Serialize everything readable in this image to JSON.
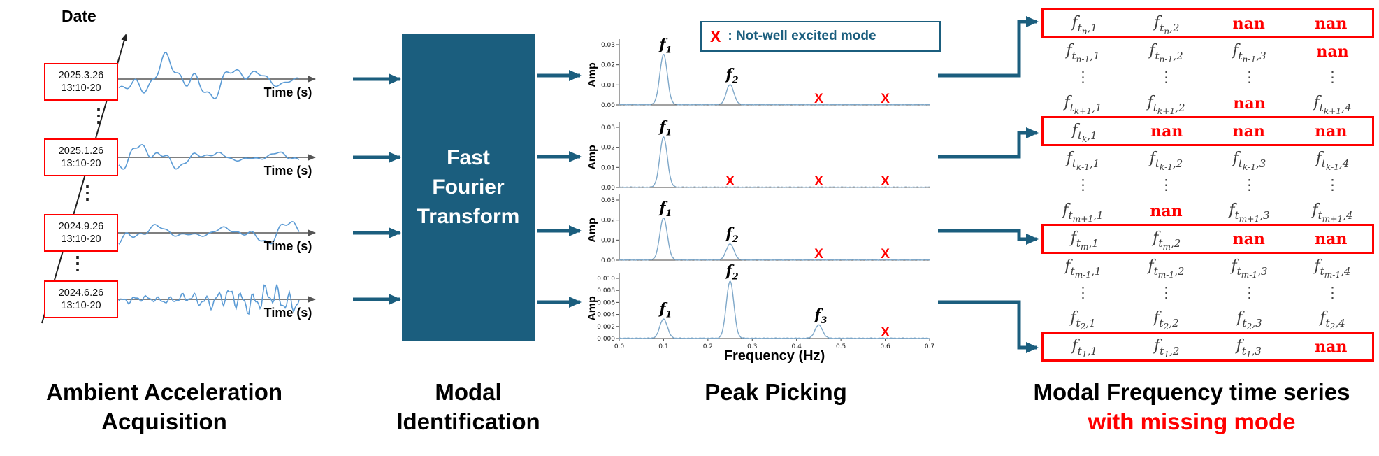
{
  "colors": {
    "teal": "#1B5E7E",
    "wave_blue": "#5B9BD5",
    "spectrum_blue": "#7FA8C9",
    "red": "#FF0000",
    "table_text": "#3D3D3D"
  },
  "left": {
    "date_label": "Date",
    "time_axis_label": "Time (s)",
    "dots": "⋮",
    "acquisitions": [
      {
        "date": "2025.3.26",
        "time": "13:10-20"
      },
      {
        "date": "2025.1.26",
        "time": "13:10-20"
      },
      {
        "date": "2024.9.26",
        "time": "13:10-20"
      },
      {
        "date": "2024.6.26",
        "time": "13:10-20"
      }
    ],
    "caption": [
      "Ambient Acceleration",
      "Acquisition"
    ]
  },
  "fft": {
    "lines": [
      "Fast",
      "Fourier",
      "Transform"
    ],
    "caption": [
      "Modal",
      "Identification"
    ]
  },
  "peak_picking": {
    "caption": "Peak Picking",
    "legend": {
      "mark": "X",
      "text": ": Not-well excited mode"
    },
    "amp_label": "Amp",
    "freq_label": "Frequency (Hz)"
  },
  "chart_data": [
    {
      "type": "line",
      "title": "FFT spectrum 1",
      "ylabel": "Amp",
      "xlim": [
        0,
        0.7
      ],
      "ylim": [
        0,
        0.03
      ],
      "yticks": [
        "0.00",
        "0.01",
        "0.02",
        "0.03"
      ],
      "peaks": [
        {
          "freq": 0.1,
          "amp": 0.025,
          "label": "f",
          "sub": "1"
        },
        {
          "freq": 0.25,
          "amp": 0.01,
          "label": "f",
          "sub": "2"
        }
      ],
      "missing_modes": [
        0.45,
        0.6
      ]
    },
    {
      "type": "line",
      "title": "FFT spectrum 2",
      "ylabel": "Amp",
      "xlim": [
        0,
        0.7
      ],
      "ylim": [
        0,
        0.03
      ],
      "yticks": [
        "0.00",
        "0.01",
        "0.02",
        "0.03"
      ],
      "peaks": [
        {
          "freq": 0.1,
          "amp": 0.025,
          "label": "f",
          "sub": "1"
        }
      ],
      "missing_modes": [
        0.25,
        0.45,
        0.6
      ]
    },
    {
      "type": "line",
      "title": "FFT spectrum 3",
      "ylabel": "Amp",
      "xlim": [
        0,
        0.7
      ],
      "ylim": [
        0,
        0.03
      ],
      "yticks": [
        "0.00",
        "0.01",
        "0.02",
        "0.03"
      ],
      "peaks": [
        {
          "freq": 0.1,
          "amp": 0.021,
          "label": "f",
          "sub": "1"
        },
        {
          "freq": 0.25,
          "amp": 0.008,
          "label": "f",
          "sub": "2"
        }
      ],
      "missing_modes": [
        0.45,
        0.6
      ]
    },
    {
      "type": "line",
      "title": "FFT spectrum 4",
      "xlabel": "Frequency (Hz)",
      "ylabel": "Amp",
      "xlim": [
        0,
        0.7
      ],
      "ylim": [
        0,
        0.01
      ],
      "yticks": [
        "0.000",
        "0.002",
        "0.004",
        "0.006",
        "0.008",
        "0.010"
      ],
      "xticks": [
        "0.0",
        "0.1",
        "0.2",
        "0.3",
        "0.4",
        "0.5",
        "0.6",
        "0.7"
      ],
      "peaks": [
        {
          "freq": 0.1,
          "amp": 0.0032,
          "label": "f",
          "sub": "1"
        },
        {
          "freq": 0.25,
          "amp": 0.0095,
          "label": "f",
          "sub": "2"
        },
        {
          "freq": 0.45,
          "amp": 0.0022,
          "label": "f",
          "sub": "3"
        }
      ],
      "missing_modes": [
        0.6
      ]
    }
  ],
  "table": {
    "caption_line1": "Modal Frequency time series",
    "caption_line2": "with missing mode",
    "rows": [
      {
        "boxed": true,
        "cells": [
          "f_{t_{n},1}",
          "f_{t_{n},2}",
          "nan",
          "nan"
        ]
      },
      {
        "boxed": false,
        "cells": [
          "f_{t_{n-1},1}",
          "f_{t_{n-1},2}",
          "f_{t_{n-1},3}",
          "nan"
        ]
      },
      {
        "boxed": false,
        "cells": [
          "⋮",
          "⋮",
          "⋮",
          "⋮"
        ]
      },
      {
        "boxed": false,
        "cells": [
          "f_{t_{k+1},1}",
          "f_{t_{k+1},2}",
          "nan",
          "f_{t_{k+1},4}"
        ]
      },
      {
        "boxed": true,
        "cells": [
          "f_{t_{k},1}",
          "nan",
          "nan",
          "nan"
        ]
      },
      {
        "boxed": false,
        "cells": [
          "f_{t_{k-1},1}",
          "f_{t_{k-1},2}",
          "f_{t_{k-1},3}",
          "f_{t_{k-1},4}"
        ]
      },
      {
        "boxed": false,
        "cells": [
          "⋮",
          "⋮",
          "⋮",
          "⋮"
        ]
      },
      {
        "boxed": false,
        "cells": [
          "f_{t_{m+1},1}",
          "nan",
          "f_{t_{m+1},3}",
          "f_{t_{m+1},4}"
        ]
      },
      {
        "boxed": true,
        "cells": [
          "f_{t_{m},1}",
          "f_{t_{m},2}",
          "nan",
          "nan"
        ]
      },
      {
        "boxed": false,
        "cells": [
          "f_{t_{m-1},1}",
          "f_{t_{m-1},2}",
          "f_{t_{m-1},3}",
          "f_{t_{m-1},4}"
        ]
      },
      {
        "boxed": false,
        "cells": [
          "⋮",
          "⋮",
          "⋮",
          "⋮"
        ]
      },
      {
        "boxed": false,
        "cells": [
          "f_{t_{2},1}",
          "f_{t_{2},2}",
          "f_{t_{2},3}",
          "f_{t_{2},4}"
        ]
      },
      {
        "boxed": true,
        "cells": [
          "f_{t_{1},1}",
          "f_{t_{1},2}",
          "f_{t_{1},3}",
          "nan"
        ]
      }
    ]
  }
}
